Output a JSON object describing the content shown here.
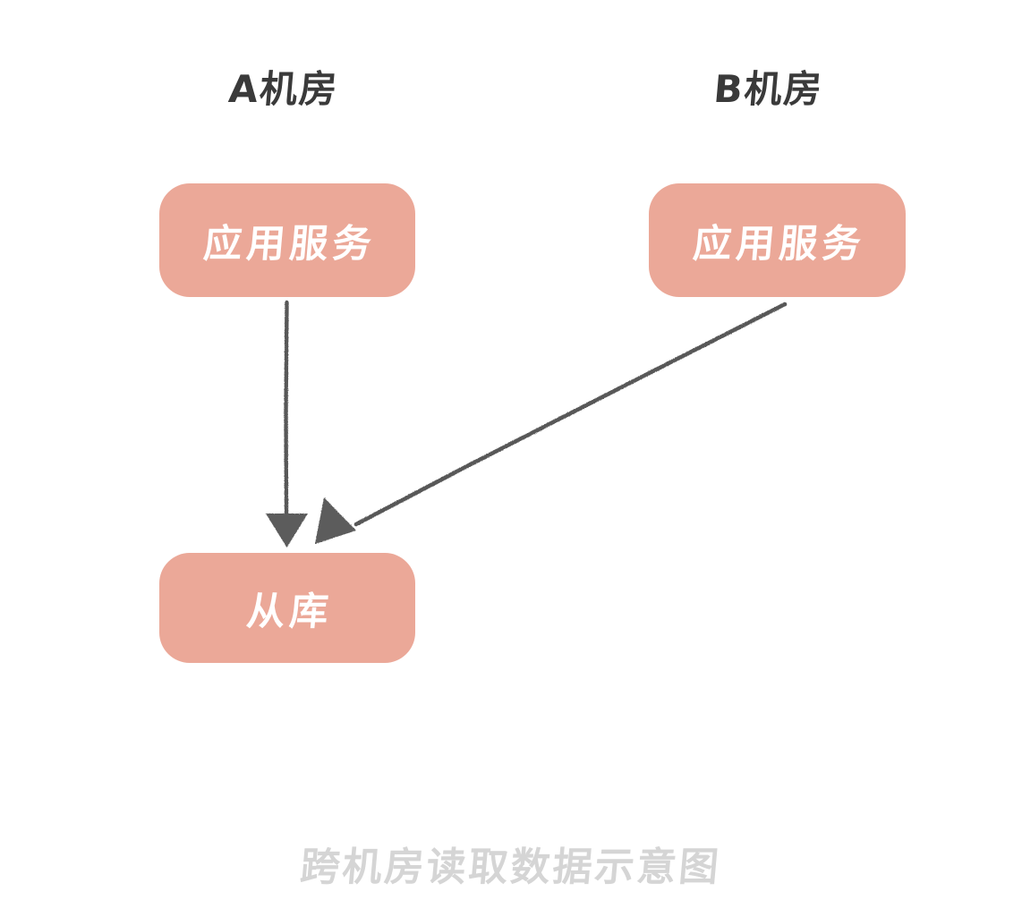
{
  "diagram": {
    "caption": "跨机房读取数据示意图",
    "colors": {
      "node_fill": "#EBA898",
      "node_text": "#FFFFFF",
      "zone_title_text": "#3A3A3A",
      "divider": "#F7CB45",
      "arrow": "#555555",
      "caption_text": "#D5D5D5",
      "background": "#FFFFFF"
    },
    "zones": [
      {
        "id": "zone-a",
        "title": "A机房"
      },
      {
        "id": "zone-b",
        "title": "B机房"
      }
    ],
    "nodes": [
      {
        "id": "app-a",
        "label": "应用服务",
        "zone": "A机房"
      },
      {
        "id": "app-b",
        "label": "应用服务",
        "zone": "B机房"
      },
      {
        "id": "replica",
        "label": "从库",
        "zone": "A机房"
      }
    ],
    "edges": [
      {
        "id": "edge-app-a-to-replica",
        "from": "app-a",
        "to": "replica",
        "style": "solid-arrow",
        "crosses_divider": false
      },
      {
        "id": "edge-app-b-to-replica",
        "from": "app-b",
        "to": "replica",
        "style": "solid-arrow",
        "crosses_divider": true
      }
    ],
    "divider": {
      "id": "zone-divider",
      "orientation": "vertical",
      "style": "dashed"
    }
  }
}
